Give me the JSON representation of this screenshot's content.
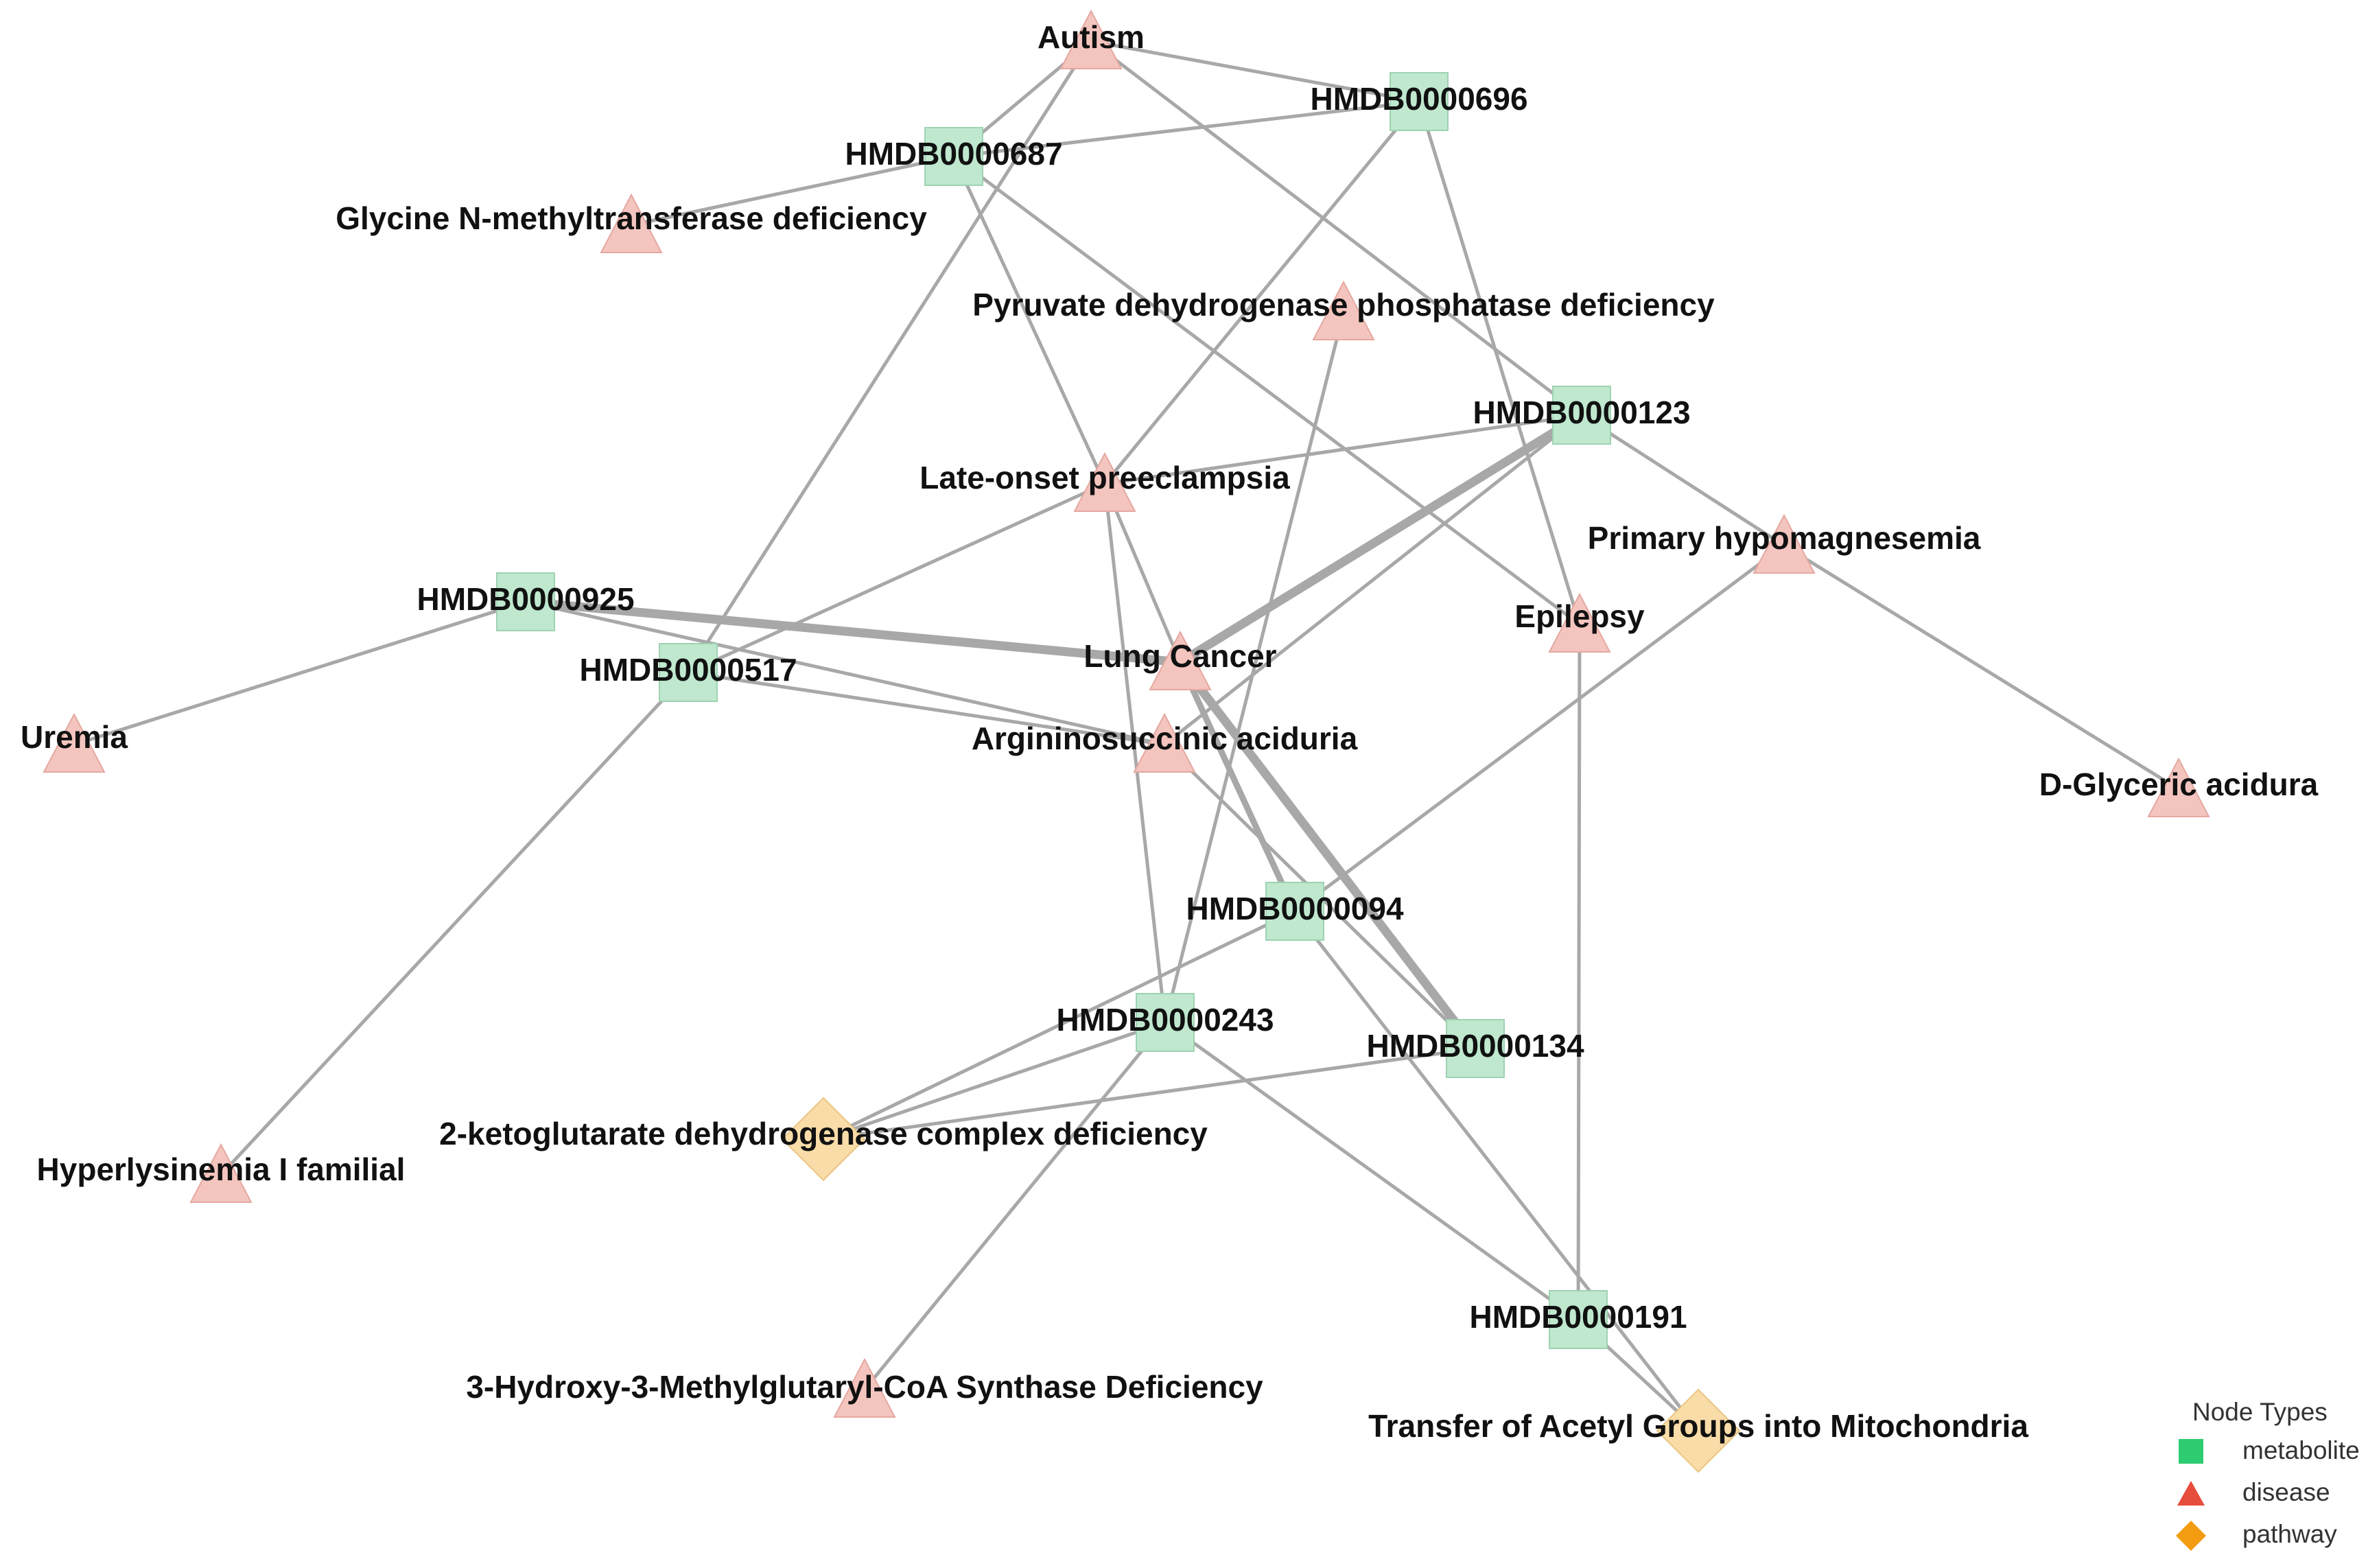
{
  "legend": {
    "title": "Node Types",
    "items": [
      {
        "type": "metabolite",
        "label": "metabolite",
        "color": "#2ecc71"
      },
      {
        "type": "disease",
        "label": "disease",
        "color": "#e74c3c"
      },
      {
        "type": "pathway",
        "label": "pathway",
        "color": "#f39c12"
      }
    ]
  },
  "nodes": [
    {
      "id": "HMDB0000696",
      "label": "HMDB0000696",
      "type": "metabolite"
    },
    {
      "id": "HMDB0000687",
      "label": "HMDB0000687",
      "type": "metabolite"
    },
    {
      "id": "HMDB0000123",
      "label": "HMDB0000123",
      "type": "metabolite"
    },
    {
      "id": "HMDB0000925",
      "label": "HMDB0000925",
      "type": "metabolite"
    },
    {
      "id": "HMDB0000517",
      "label": "HMDB0000517",
      "type": "metabolite"
    },
    {
      "id": "HMDB0000094",
      "label": "HMDB0000094",
      "type": "metabolite"
    },
    {
      "id": "HMDB0000243",
      "label": "HMDB0000243",
      "type": "metabolite"
    },
    {
      "id": "HMDB0000134",
      "label": "HMDB0000134",
      "type": "metabolite"
    },
    {
      "id": "HMDB0000191",
      "label": "HMDB0000191",
      "type": "metabolite"
    },
    {
      "id": "autism",
      "label": "Autism",
      "type": "disease"
    },
    {
      "id": "gnmt",
      "label": "Glycine N-methyltransferase deficiency",
      "type": "disease"
    },
    {
      "id": "pdp",
      "label": "Pyruvate dehydrogenase phosphatase deficiency",
      "type": "disease"
    },
    {
      "id": "preeclampsia",
      "label": "Late-onset preeclampsia",
      "type": "disease"
    },
    {
      "id": "hypomag",
      "label": "Primary hypomagnesemia",
      "type": "disease"
    },
    {
      "id": "epilepsy",
      "label": "Epilepsy",
      "type": "disease"
    },
    {
      "id": "lungcancer",
      "label": "Lung Cancer",
      "type": "disease"
    },
    {
      "id": "uremia",
      "label": "Uremia",
      "type": "disease"
    },
    {
      "id": "arginino",
      "label": "Argininosuccinic aciduria",
      "type": "disease"
    },
    {
      "id": "dglyceric",
      "label": "D-Glyceric acidura",
      "type": "disease"
    },
    {
      "id": "hyperlysinemia",
      "label": "Hyperlysinemia I familial",
      "type": "disease"
    },
    {
      "id": "hmgcs",
      "label": "3-Hydroxy-3-Methylglutaryl-CoA Synthase Deficiency",
      "type": "disease"
    },
    {
      "id": "kgdh",
      "label": "2-ketoglutarate dehydrogenase complex deficiency",
      "type": "pathway"
    },
    {
      "id": "acetyl",
      "label": "Transfer of Acetyl Groups into Mitochondria",
      "type": "pathway"
    }
  ],
  "edges": [
    {
      "source": "autism",
      "target": "HMDB0000696",
      "weight": 1
    },
    {
      "source": "autism",
      "target": "HMDB0000687",
      "weight": 1
    },
    {
      "source": "autism",
      "target": "HMDB0000517",
      "weight": 1
    },
    {
      "source": "autism",
      "target": "HMDB0000123",
      "weight": 1
    },
    {
      "source": "HMDB0000687",
      "target": "HMDB0000696",
      "weight": 1
    },
    {
      "source": "HMDB0000687",
      "target": "gnmt",
      "weight": 1
    },
    {
      "source": "HMDB0000687",
      "target": "preeclampsia",
      "weight": 1
    },
    {
      "source": "HMDB0000687",
      "target": "epilepsy",
      "weight": 1
    },
    {
      "source": "HMDB0000696",
      "target": "preeclampsia",
      "weight": 1
    },
    {
      "source": "HMDB0000696",
      "target": "epilepsy",
      "weight": 1
    },
    {
      "source": "pdp",
      "target": "HMDB0000243",
      "weight": 1
    },
    {
      "source": "HMDB0000123",
      "target": "preeclampsia",
      "weight": 1
    },
    {
      "source": "HMDB0000123",
      "target": "lungcancer",
      "weight": 3
    },
    {
      "source": "HMDB0000123",
      "target": "arginino",
      "weight": 1
    },
    {
      "source": "HMDB0000123",
      "target": "hypomag",
      "weight": 1
    },
    {
      "source": "hypomag",
      "target": "dglyceric",
      "weight": 1
    },
    {
      "source": "hypomag",
      "target": "HMDB0000094",
      "weight": 1
    },
    {
      "source": "HMDB0000925",
      "target": "lungcancer",
      "weight": 3
    },
    {
      "source": "HMDB0000925",
      "target": "uremia",
      "weight": 1
    },
    {
      "source": "HMDB0000925",
      "target": "arginino",
      "weight": 1
    },
    {
      "source": "HMDB0000517",
      "target": "arginino",
      "weight": 1
    },
    {
      "source": "HMDB0000517",
      "target": "hyperlysinemia",
      "weight": 1
    },
    {
      "source": "HMDB0000517",
      "target": "preeclampsia",
      "weight": 1
    },
    {
      "source": "lungcancer",
      "target": "HMDB0000134",
      "weight": 3
    },
    {
      "source": "lungcancer",
      "target": "HMDB0000094",
      "weight": 2
    },
    {
      "source": "preeclampsia",
      "target": "HMDB0000243",
      "weight": 1
    },
    {
      "source": "preeclampsia",
      "target": "lungcancer",
      "weight": 1
    },
    {
      "source": "arginino",
      "target": "HMDB0000134",
      "weight": 1
    },
    {
      "source": "epilepsy",
      "target": "HMDB0000191",
      "weight": 1
    },
    {
      "source": "HMDB0000094",
      "target": "kgdh",
      "weight": 1
    },
    {
      "source": "HMDB0000094",
      "target": "acetyl",
      "weight": 1
    },
    {
      "source": "HMDB0000243",
      "target": "kgdh",
      "weight": 1
    },
    {
      "source": "HMDB0000243",
      "target": "hmgcs",
      "weight": 1
    },
    {
      "source": "HMDB0000243",
      "target": "HMDB0000191",
      "weight": 1
    },
    {
      "source": "HMDB0000134",
      "target": "kgdh",
      "weight": 1
    },
    {
      "source": "HMDB0000191",
      "target": "acetyl",
      "weight": 1
    }
  ]
}
